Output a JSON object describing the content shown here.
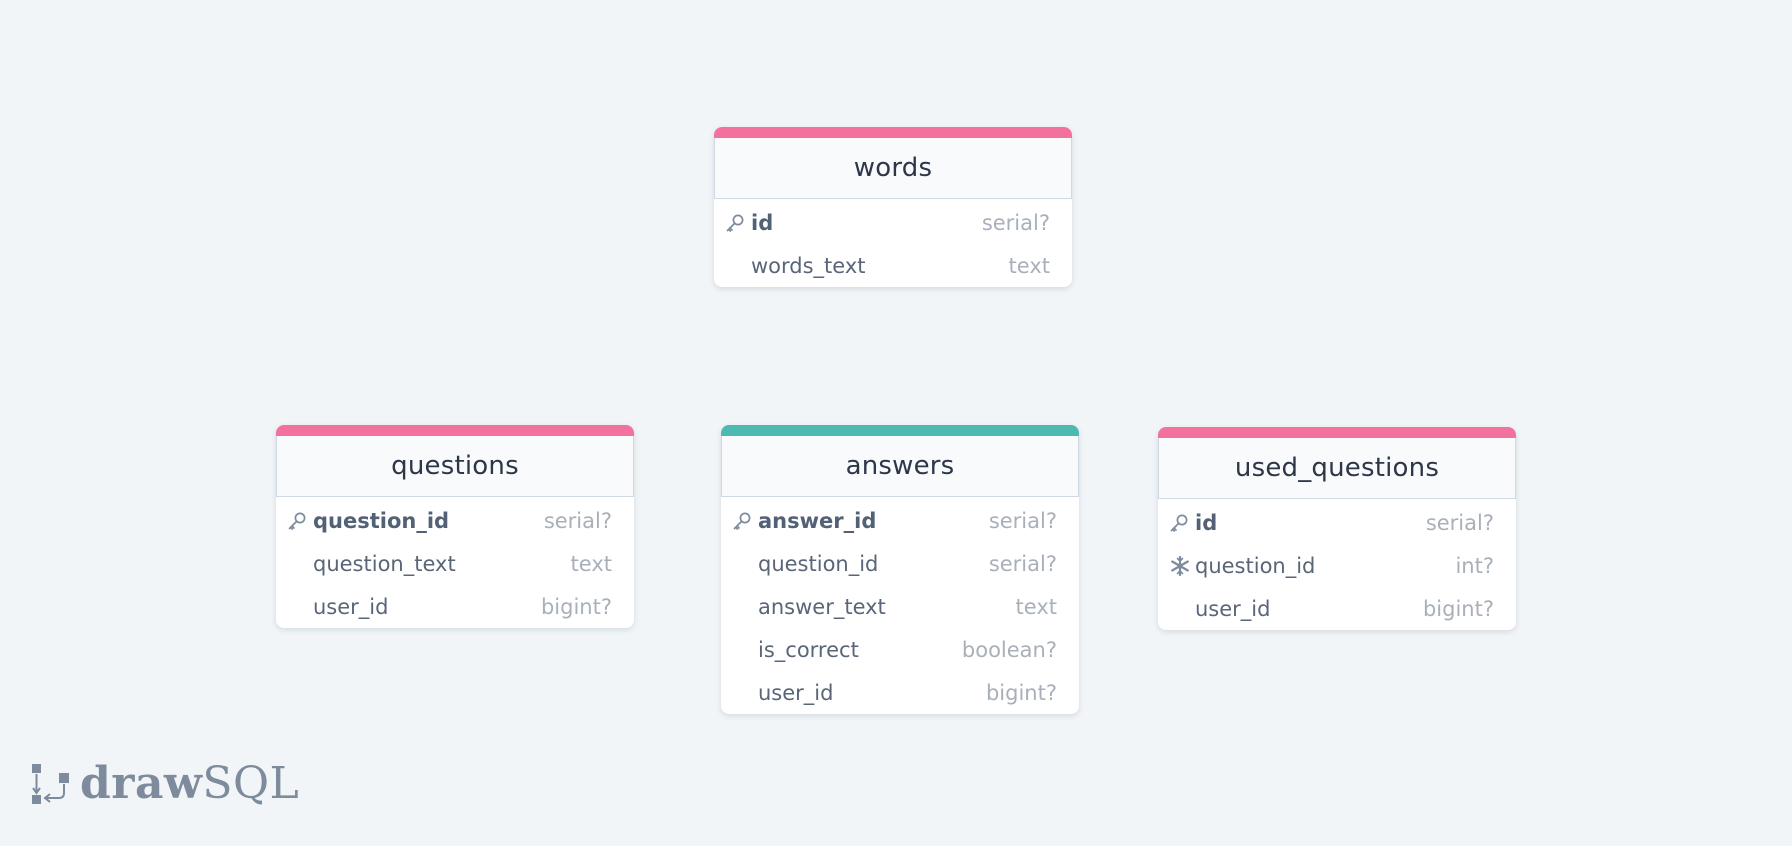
{
  "brand": {
    "logo_text_bold": "draw",
    "logo_text_light": "SQL"
  },
  "colors": {
    "background": "#f1f5f8",
    "accent_pink": "#f2729d",
    "accent_teal": "#4dbab2",
    "header_text": "#2d3748",
    "column_text": "#5a6678",
    "type_text": "#a9b0ba"
  },
  "tables": {
    "words": {
      "name": "words",
      "accent": "#f2729d",
      "columns": [
        {
          "icon": "key-icon",
          "name": "id",
          "type": "serial?",
          "primary": true
        },
        {
          "icon": "",
          "name": "words_text",
          "type": "text",
          "primary": false
        }
      ]
    },
    "questions": {
      "name": "questions",
      "accent": "#f2729d",
      "columns": [
        {
          "icon": "key-icon",
          "name": "question_id",
          "type": "serial?",
          "primary": true
        },
        {
          "icon": "",
          "name": "question_text",
          "type": "text",
          "primary": false
        },
        {
          "icon": "",
          "name": "user_id",
          "type": "bigint?",
          "primary": false
        }
      ]
    },
    "answers": {
      "name": "answers",
      "accent": "#4dbab2",
      "columns": [
        {
          "icon": "key-icon",
          "name": "answer_id",
          "type": "serial?",
          "primary": true
        },
        {
          "icon": "",
          "name": "question_id",
          "type": "serial?",
          "primary": false
        },
        {
          "icon": "",
          "name": "answer_text",
          "type": "text",
          "primary": false
        },
        {
          "icon": "",
          "name": "is_correct",
          "type": "boolean?",
          "primary": false
        },
        {
          "icon": "",
          "name": "user_id",
          "type": "bigint?",
          "primary": false
        }
      ]
    },
    "used_questions": {
      "name": "used_questions",
      "accent": "#f2729d",
      "columns": [
        {
          "icon": "key-icon",
          "name": "id",
          "type": "serial?",
          "primary": true
        },
        {
          "icon": "snowflake-icon",
          "name": "question_id",
          "type": "int?",
          "primary": false
        },
        {
          "icon": "",
          "name": "user_id",
          "type": "bigint?",
          "primary": false
        }
      ]
    }
  }
}
